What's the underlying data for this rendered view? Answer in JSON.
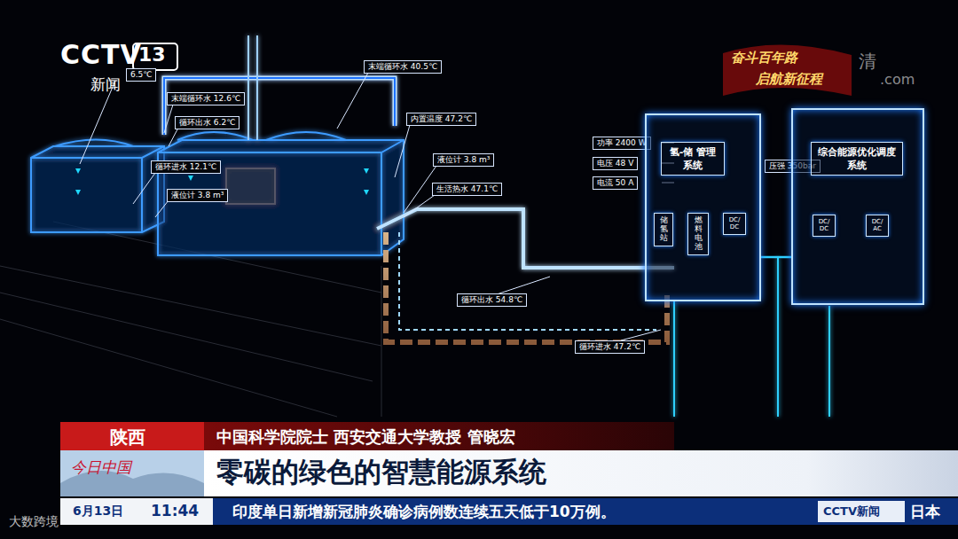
{
  "diagram": {
    "caption": "零碳的绿色的智慧能源系统",
    "nodes": [
      {
        "text": [
          "氢-储 管理系统"
        ]
      },
      {
        "text": [
          "储氢站"
        ],
        "in": 0
      },
      {
        "text": [
          "燃料电池"
        ],
        "in": 0
      },
      {
        "text": [
          "DC/DC"
        ],
        "in": 0
      },
      {
        "text": [
          "综合能源优化调度系统"
        ]
      },
      {
        "text": [
          "DC/DC"
        ],
        "in": 4
      },
      {
        "text": [
          "DC/AC"
        ],
        "in": 4
      }
    ],
    "edges": [
      {
        "from": 0,
        "to": 4,
        "arrow": "none"
      }
    ],
    "labels": [
      "CCTV",
      "13",
      "新闻",
      "奋斗百年路",
      "启航新征程",
      "清",
      ".com",
      "6.5℃",
      "末端循环水 12.6℃",
      "循环出水 6.2℃",
      "循环进水 12.1℃",
      "液位计 3.8 m³",
      "末端循环水 40.5℃",
      "内置温度 47.2℃",
      "液位计 3.8 m³",
      "生活热水 47.1℃",
      "循环出水 54.8℃",
      "循环进水 47.2℃",
      "功率 2400 W",
      "电压 48 V",
      "电流 50 A",
      "压强 350bar",
      "陕西",
      "中国科学院院士 西安交通大学教授 管晓宏",
      "今日中国",
      "6月13日",
      "11:44",
      "印度单日新增新冠肺炎确诊病例数连续五天低于10万例。",
      "CCTV新闻",
      "日本",
      "大数跨境"
    ]
  }
}
